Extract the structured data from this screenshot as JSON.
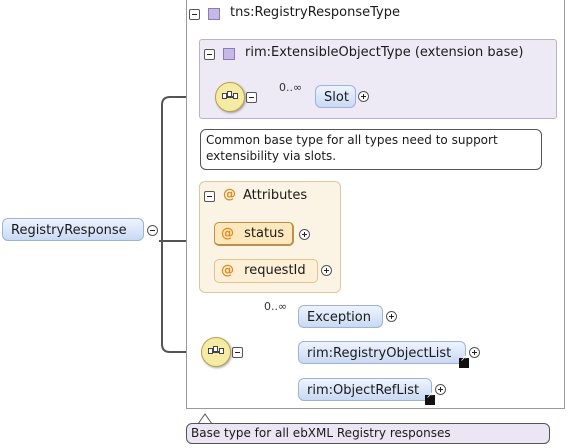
{
  "root": {
    "label": "RegistryResponse"
  },
  "type": {
    "name": "tns:RegistryResponseType",
    "doc": "Base type for all ebXML Registry responses"
  },
  "base": {
    "name": "rim:ExtensibleObjectType (extension base)",
    "slot": {
      "label": "Slot",
      "cardinality": "0..∞"
    },
    "doc_line1": "Common base type for all types need to support",
    "doc_line2": "extensibility via slots."
  },
  "attributes": {
    "title": "Attributes",
    "symbol": "@",
    "items": [
      {
        "label": "status",
        "required": true
      },
      {
        "label": "requestId",
        "required": false
      }
    ]
  },
  "choice": {
    "cardinality": "0..∞",
    "items": [
      {
        "label": "Exception",
        "ref": false
      },
      {
        "label": "rim:RegistryObjectList",
        "ref": true
      },
      {
        "label": "rim:ObjectRefList",
        "ref": true
      }
    ]
  }
}
